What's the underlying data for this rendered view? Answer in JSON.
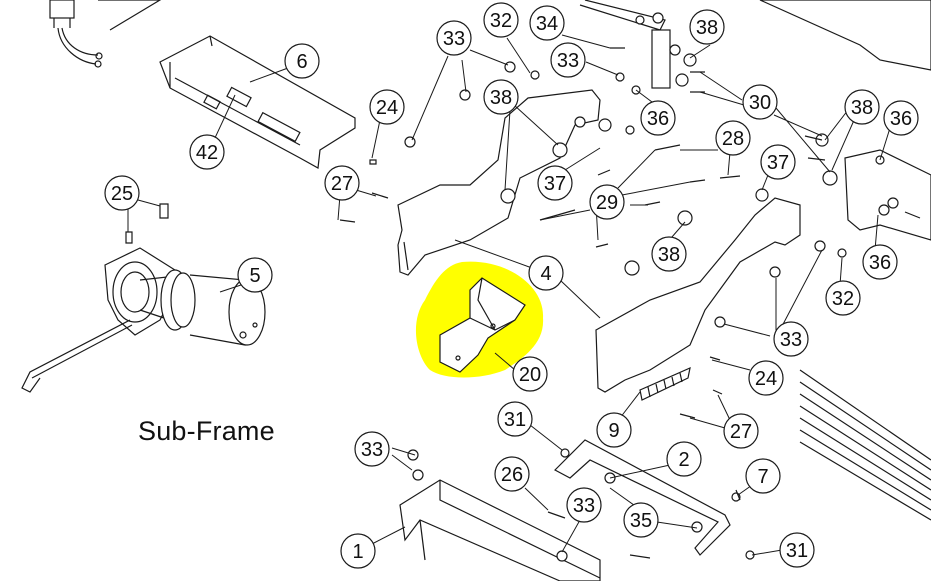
{
  "title": "Sub-Frame",
  "highlight_color": "#ffff00",
  "line_color": "#1a1a1a",
  "callouts": [
    {
      "label": "6"
    },
    {
      "label": "42"
    },
    {
      "label": "24"
    },
    {
      "label": "27"
    },
    {
      "label": "25"
    },
    {
      "label": "5"
    },
    {
      "label": "33"
    },
    {
      "label": "32"
    },
    {
      "label": "34"
    },
    {
      "label": "33"
    },
    {
      "label": "38"
    },
    {
      "label": "38"
    },
    {
      "label": "30"
    },
    {
      "label": "36"
    },
    {
      "label": "37"
    },
    {
      "label": "28"
    },
    {
      "label": "29"
    },
    {
      "label": "38"
    },
    {
      "label": "37"
    },
    {
      "label": "38"
    },
    {
      "label": "36"
    },
    {
      "label": "36"
    },
    {
      "label": "32"
    },
    {
      "label": "33"
    },
    {
      "label": "4"
    },
    {
      "label": "20"
    },
    {
      "label": "24"
    },
    {
      "label": "27"
    },
    {
      "label": "9"
    },
    {
      "label": "31"
    },
    {
      "label": "2"
    },
    {
      "label": "7"
    },
    {
      "label": "33"
    },
    {
      "label": "26"
    },
    {
      "label": "33"
    },
    {
      "label": "35"
    },
    {
      "label": "1"
    },
    {
      "label": "31"
    }
  ]
}
